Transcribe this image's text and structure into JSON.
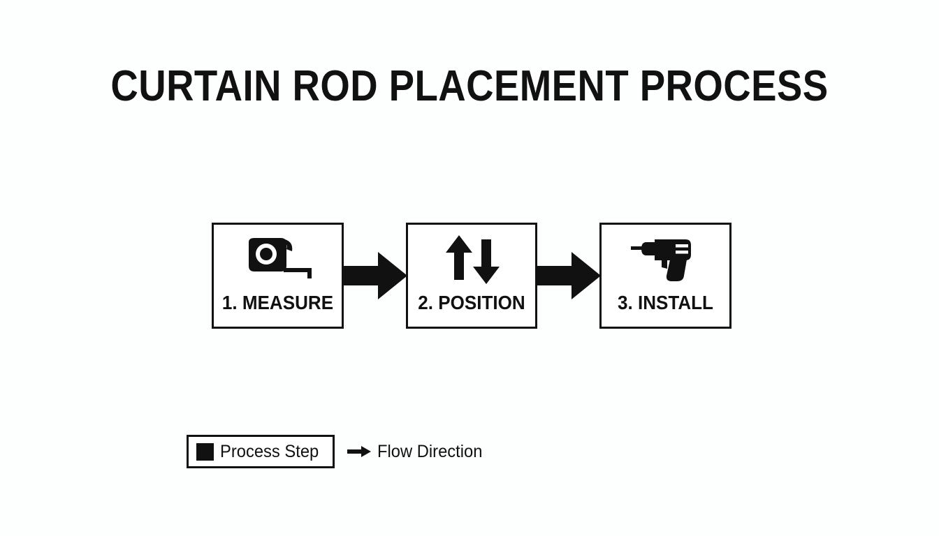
{
  "page": {
    "title": "CURTAIN ROD PLACEMENT PROCESS",
    "background_color": "#fdfefe",
    "ink_color": "#111111"
  },
  "diagram": {
    "type": "process-flow",
    "orientation": "horizontal",
    "steps": [
      {
        "label": "1. MEASURE",
        "icon": "tape-measure-icon"
      },
      {
        "label": "2. POSITION",
        "icon": "up-down-arrows-icon"
      },
      {
        "label": "3. INSTALL",
        "icon": "power-drill-icon"
      }
    ],
    "connectors": [
      {
        "icon": "right-block-arrow-icon",
        "from": "1. MEASURE",
        "to": "2. POSITION"
      },
      {
        "icon": "right-block-arrow-icon",
        "from": "2. POSITION",
        "to": "3. INSTALL"
      }
    ]
  },
  "legend": {
    "items": [
      {
        "symbol": "filled-square",
        "label": "Process Step"
      },
      {
        "symbol": "right-arrow",
        "label": "Flow Direction"
      }
    ]
  }
}
